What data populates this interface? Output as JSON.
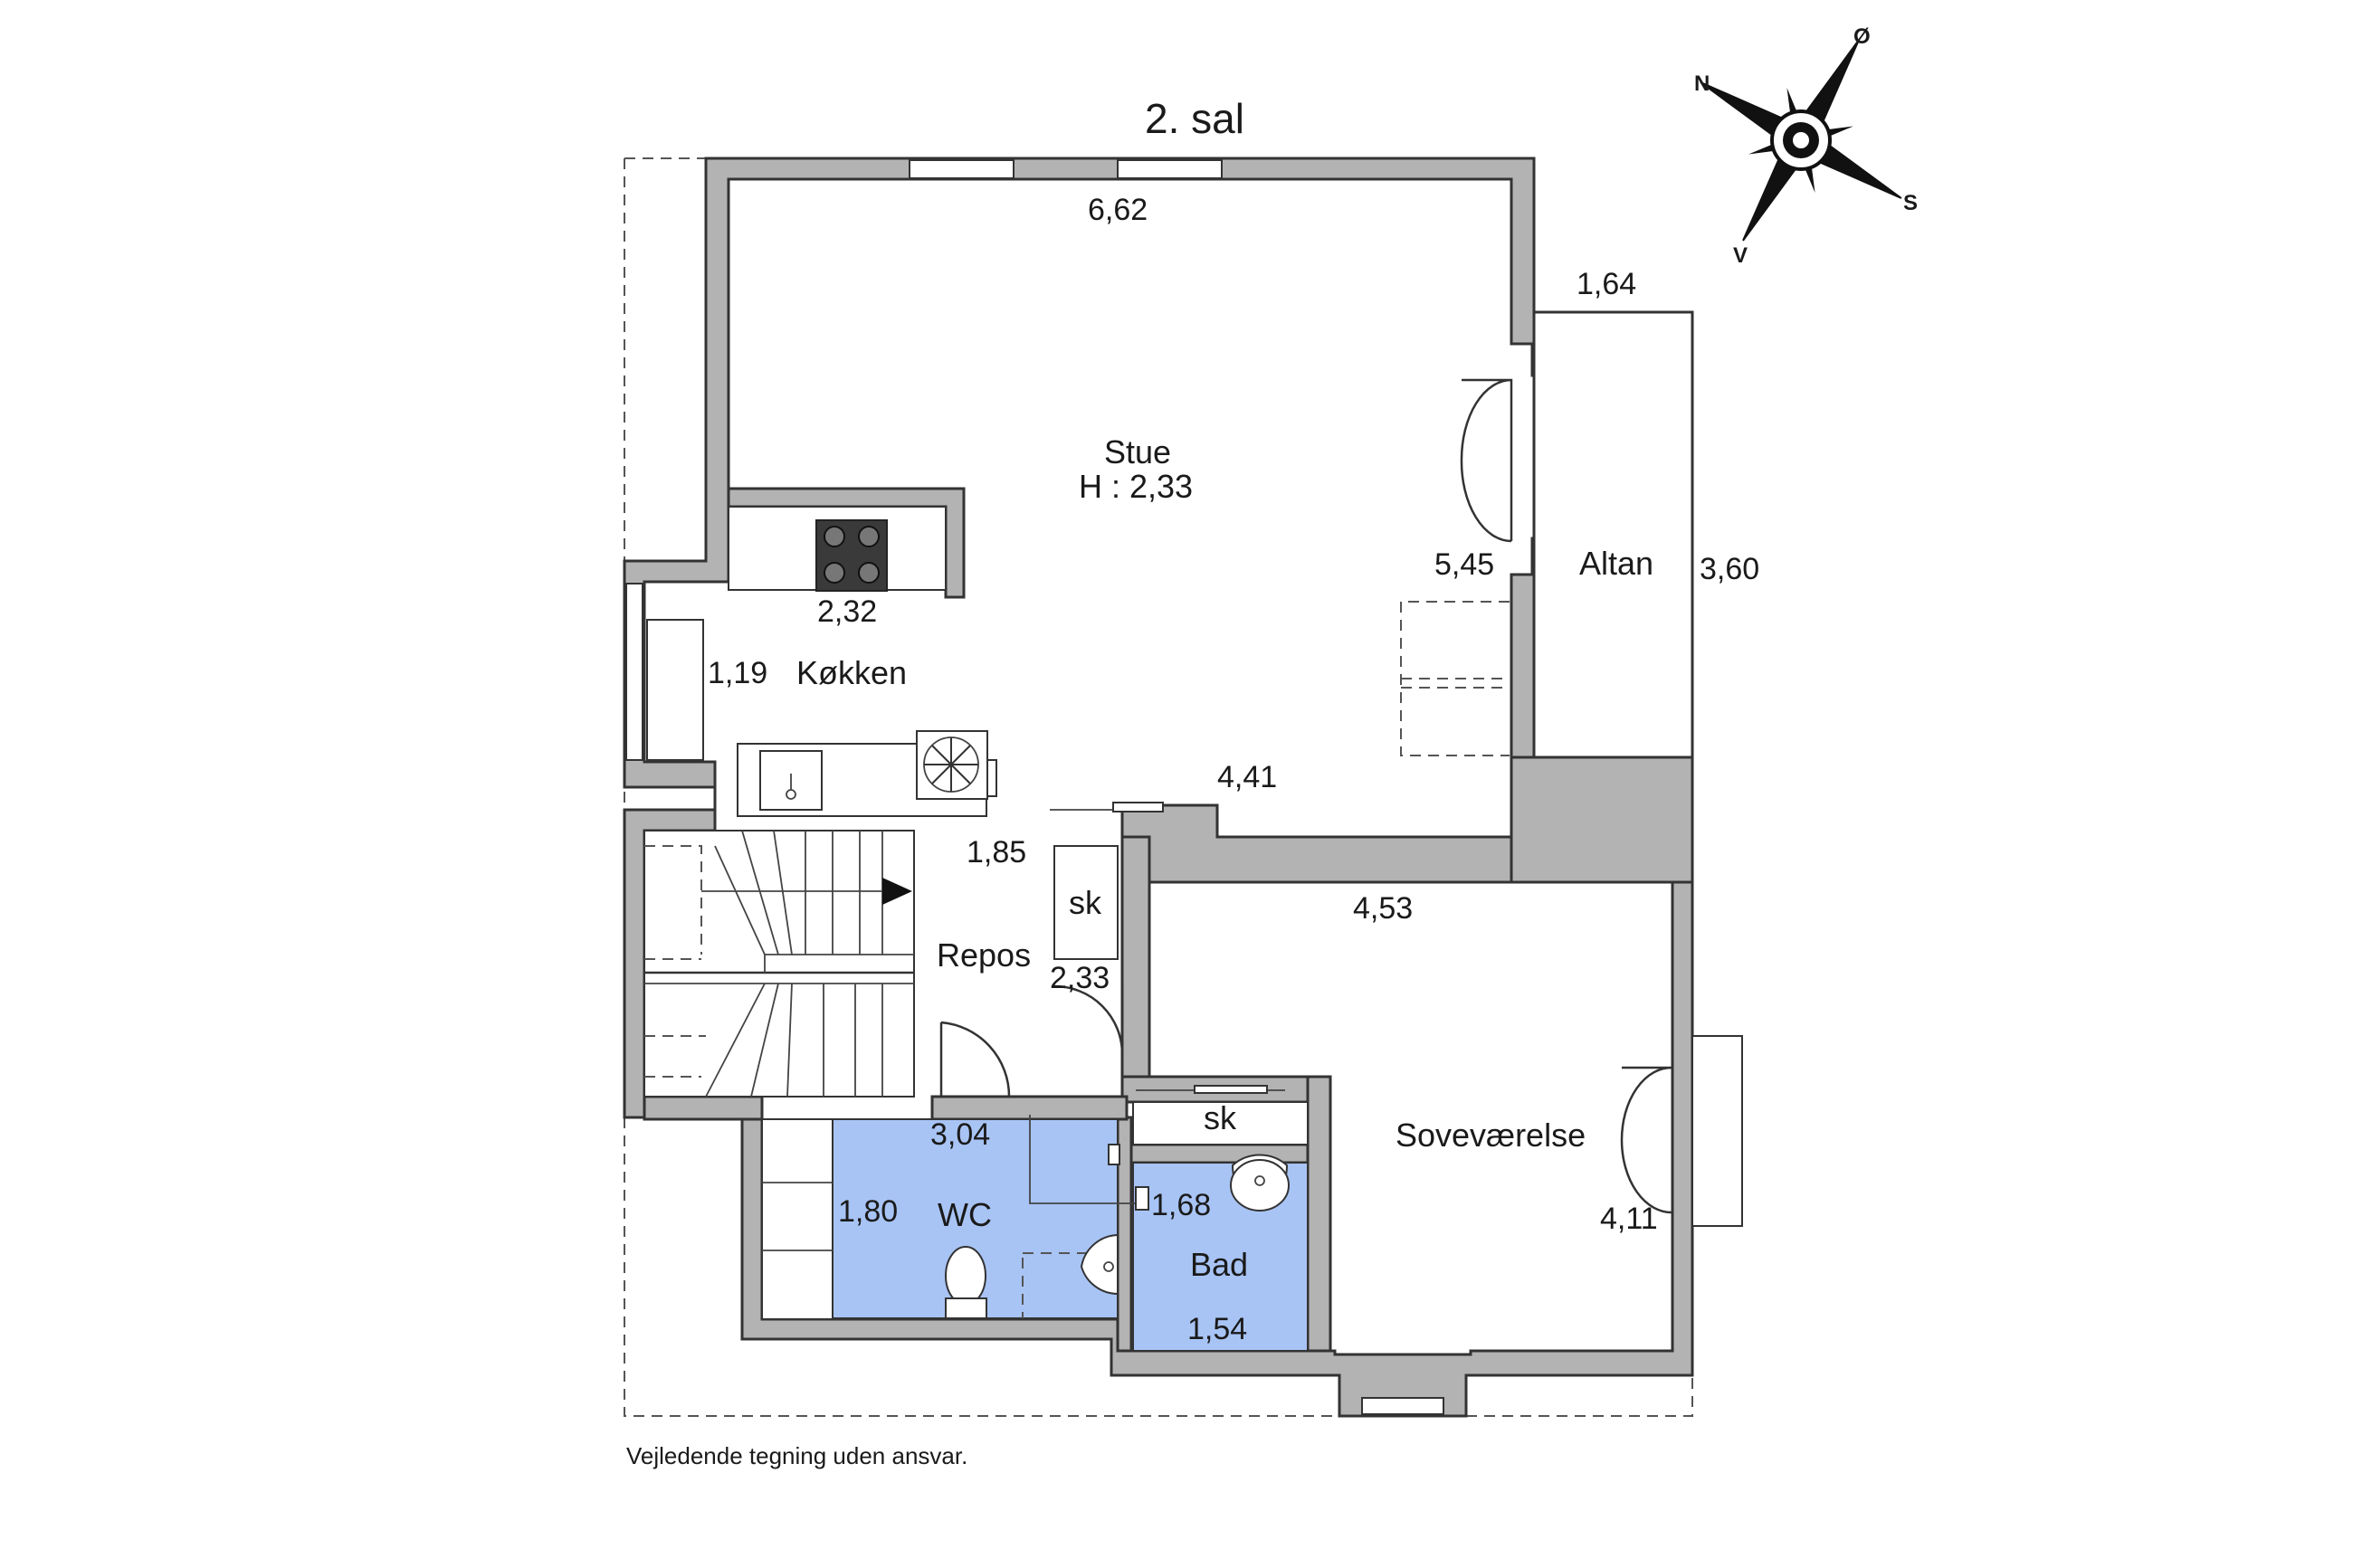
{
  "title": "2. sal",
  "disclaimer": "Vejledende tegning uden ansvar.",
  "compass": {
    "n": "N",
    "o": "Ø",
    "s": "S",
    "v": "V",
    "icon": "compass-rose-icon"
  },
  "rooms": {
    "stue": "Stue",
    "stue_height": "H : 2,33",
    "kokken": "Køkken",
    "altan": "Altan",
    "repos": "Repos",
    "wc": "WC",
    "bad": "Bad",
    "sovevaerelse": "Soveværelse",
    "sk1": "sk",
    "sk2": "sk"
  },
  "dimensions": {
    "stue_width": "6,62",
    "altan_width": "1,64",
    "altan_length": "3,60",
    "stue_depth": "5,45",
    "stue_bottom": "4,41",
    "kokken_width": "2,32",
    "kokken_depth": "1,19",
    "repos_width": "1,85",
    "repos_depth": "2,33",
    "sove_width": "4,53",
    "sove_depth": "4,11",
    "wc_width": "3,04",
    "wc_depth": "1,80",
    "bad_depth": "1,68",
    "bad_width": "1,54"
  },
  "colors": {
    "wall": "#b3b3b3",
    "wet_room": "#a8c4f5"
  }
}
